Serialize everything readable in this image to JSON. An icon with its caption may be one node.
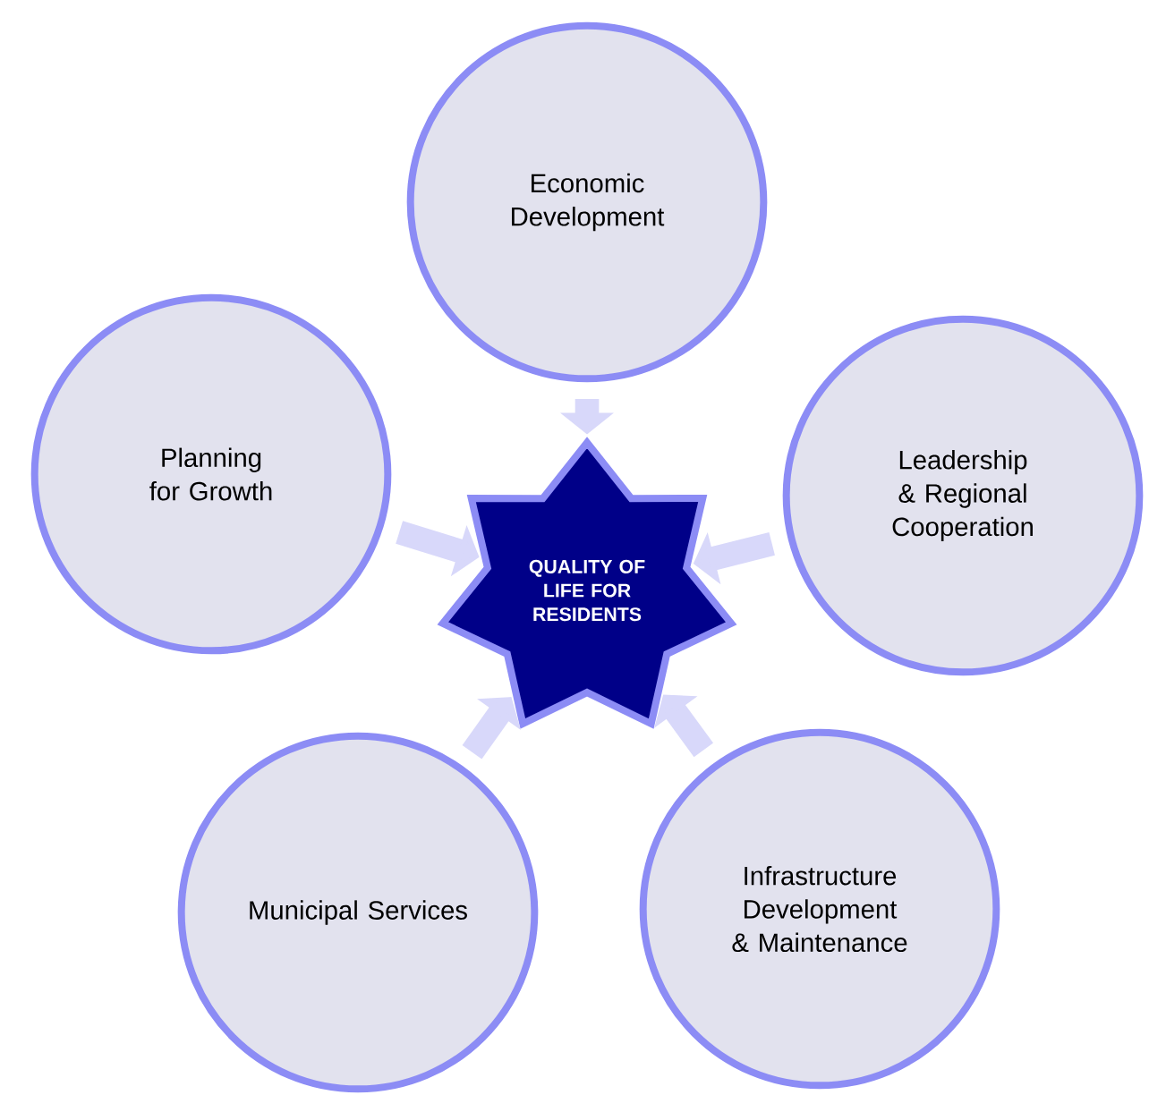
{
  "diagram": {
    "nodes": [
      {
        "text": [
          "QUALITY OF LIFE FOR RESIDENTS"
        ]
      },
      {
        "text": [
          "Economic Development"
        ]
      },
      {
        "text": [
          "Planning for Growth"
        ]
      },
      {
        "text": [
          "Leadership & Regional Cooperation"
        ]
      },
      {
        "text": [
          "Municipal Services"
        ]
      },
      {
        "text": [
          "Infrastructure Development & Maintenance"
        ]
      }
    ],
    "edges": [
      {
        "from": 1,
        "to": 0,
        "arrow": "to"
      },
      {
        "from": 2,
        "to": 0,
        "arrow": "to"
      },
      {
        "from": 3,
        "to": 0,
        "arrow": "to"
      },
      {
        "from": 4,
        "to": 0,
        "arrow": "to"
      },
      {
        "from": 5,
        "to": 0,
        "arrow": "to"
      }
    ]
  }
}
